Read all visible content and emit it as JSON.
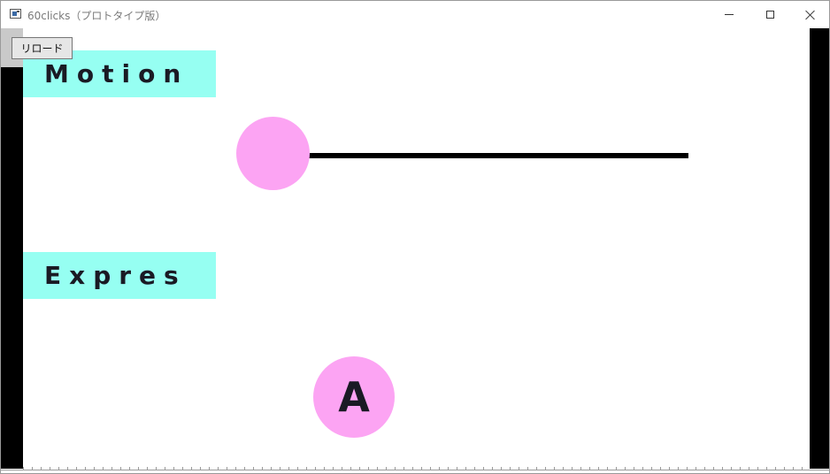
{
  "window": {
    "title": "60clicks（プロトタイプ版）",
    "icon": "app-window-icon",
    "controls": {
      "minimize": "minimize-icon",
      "maximize": "maximize-icon",
      "close": "close-icon"
    }
  },
  "toolbar": {
    "reload_label": "リロード"
  },
  "sections": {
    "motion_label": "Motion",
    "expres_label": "Expres"
  },
  "key_ball": {
    "letter": "A"
  },
  "colors": {
    "label_bg": "#96fff2",
    "ball": "#fca4f3",
    "frame": "#000000",
    "text": "#1a1a24"
  }
}
